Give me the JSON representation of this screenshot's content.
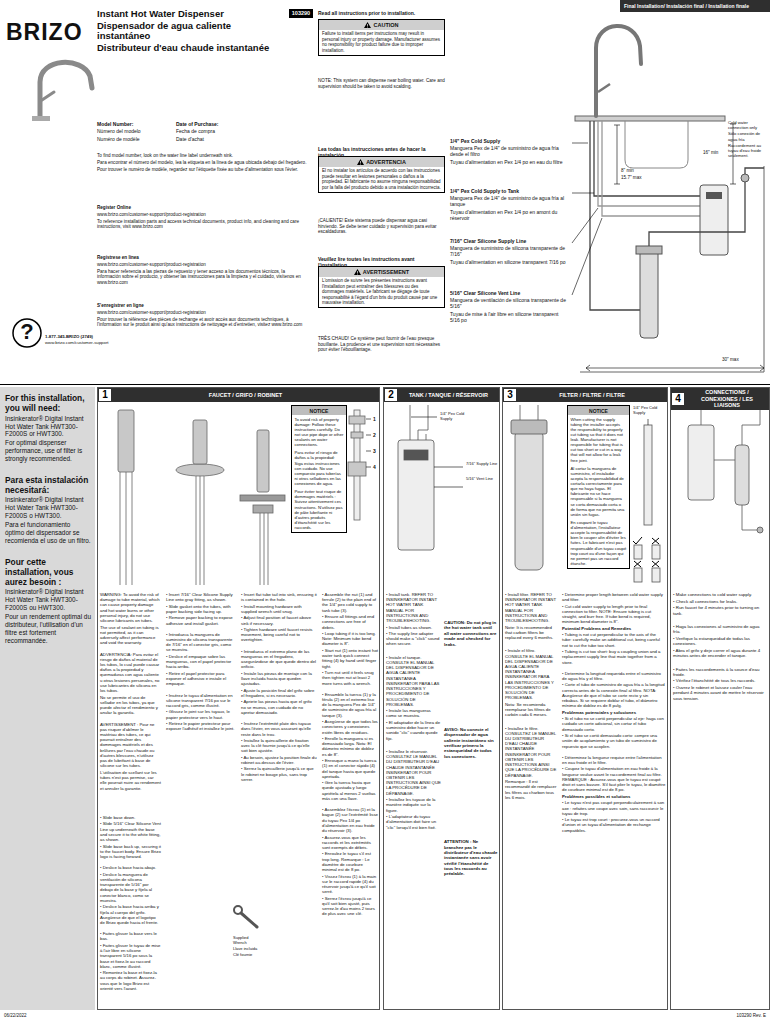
{
  "diagram": {
    "title": "Instant Hot Water Dispenser",
    "nodes": [
      {
        "text": [
          "CAUTION",
          "Failure to install items per instructions may result in personal injury or property damage. Manufacturer assumes no responsibility for product failure due to improper installation."
        ]
      },
      {
        "text": [
          "ADVERTENCIA",
          "El no instalar los artículos de acuerdo con las instrucciones puede resultar en lesiones personales o daños a la propiedad. El fabricante no asume ninguna responsabilidad por la falla del producto debido a una instalación incorrecta."
        ]
      },
      {
        "text": [
          "AVERTISSEMENT",
          "L'omission de suivre les présentes instructions avant l'installation peut entraîner des blessures ou des dommages matériels. Le fabricant se dégage de toute responsabilité à l'égard d'un bris du produit causé par une mauvaise installation."
        ]
      },
      {
        "text": [
          "Final Installation/ Instalación final / Installation finale"
        ]
      },
      {
        "text": [
          "1",
          "FAUCET / GRIFO / ROBINET"
        ]
      },
      {
        "text": [
          "NOTICE",
          "To avoid risk of property damage: Follow these instructions carefully. Do not use pipe dope or other sealants on water connections.",
          "Para evitar el riesgo de daños a la propiedad: Siga estas instrucciones con cuidado. No use compuesto para tuberías ni otros selladores en las conexiones de agua.",
          "Pour éviter tout risque de dommages matériels : Suivez attentivement ces instructions. N'utilisez pas de pâte lubrifiante ni d'autres produits d'étanchéité sur les raccords."
        ],
        "in": 4
      },
      {
        "text": [
          "2",
          "TANK / TANQUE / RÉSERVOIR"
        ]
      },
      {
        "text": [
          "3",
          "FILTER / FILTRE / FILTRE"
        ]
      },
      {
        "text": [
          "NOTICE",
          "When cutting the supply tubing the installer accepts the responsibility to properly cut tubing so that it does not leak. Manufacturer is not responsible for tubing that is cut too short or cut in a way that will not allow for a leak free joint.",
          "Al cortar la manguera de suministro, el instalador acepta la responsabilidad de cortarla correctamente para que no haya fugas. El fabricante no se hace responsable si la manguera se corta demasiado corta o de forma que no permita una unión sin fugas.",
          "En coupant le tuyau d'alimentation, l'installateur accepte la responsabilité de bien le couper afin d'éviter les fuites. Le fabricant n'est pas responsable d'un tuyau coupé trop court ou d'une façon qui ne permet pas un raccord étanche."
        ],
        "in": 7
      },
      {
        "text": [
          "4",
          "CONNECTIONS / CONEXIONES / LES LIAISONS"
        ]
      }
    ],
    "labels": [
      "BRIZO",
      "Dispensador de agua caliente instantáneo",
      "Distributeur d'eau chaude instantanée",
      "103290",
      "Model Number:",
      "Número del modelo",
      "Numéro de modèle",
      "Date of Purchase:",
      "Fecha de compra",
      "Date d'achat",
      "To find model number, look on the water line label underneath sink.",
      "Para encontrar el número del modelo, lea la etiqueta en la línea de agua ubicada debajo del fregadero.",
      "Pour trouver le numéro de modèle, regardez sur l'étiquette fixée au tube d'alimentation sous l'évier.",
      "Register Online",
      "www.brizo.com/customer-support/product-registration",
      "To reference installation parts and access technical documents, product info, and cleaning and care instructions, visit www.brizo.com",
      "Regístrese en línea",
      "www.brizo.com/customer-support/product-registration",
      "Para hacer referencia a las piezas de repuesto y tener acceso a los documentos técnicos, la información sobre el producto, y obtener las instrucciones para la limpieza y el cuidado, visítenos en www.brizo.com",
      "S'enregistrer en ligne",
      "www.brizo.com/customer-support/product-registration",
      "Pour trouver la référence des pièces de rechange et avoir accès aux documents techniques, à l'information sur le produit ainsi qu'aux instructions de nettoyage et d'entretien, visitez www.brizo.com",
      "?",
      "1-877-345-BRIZO (2749)",
      "www.brizo.com/customer-support",
      "Read all instructions prior to installation.",
      "NOTE: This system can dispense near boiling water. Care and supervision should be taken to avoid scalding.",
      "Lea todas las instrucciones antes de hacer la instalación.",
      "¡CALIENTE! Este sistema puede dispensar agua casi hirviendo. Se debe tener cuidado y supervisión para evitar escaldaduras.",
      "Veuillez lire toutes les instructions avant l'installation.",
      "TRÈS CHAUD! Ce système peut fournir de l'eau presque bouillante. La prudence et une supervision sont nécessaires pour éviter l'ébouillantage.",
      "1/4\" Pex Cold Supply",
      "Manguera Pex de 1/4\" de suministro de agua fría desde el filtro",
      "Tuyau d'alimentation en Pex 1/4 po en eau du filtre",
      "1/4\" Pex Cold Supply to Tank",
      "Manguera Pex de 1/4\" de suministro de agua fría al tanque",
      "Tuyau d'alimentation en Pex 1/4 po en amont du réservoir",
      "7/16\" Clear Silicone Supply Line",
      "Manguera de suministro de silicona transparente de 7/16\"",
      "Tuyau d'alimentation en silicone transparent 7/16 po",
      "5/16\" Clear Silicone Vent Line",
      "Manguera de ventilación de silicona transparente de 5/16\"",
      "Tuyau de mise à l'air libre en silicone transparent 5/16 po",
      "Cold water connection only",
      "Sólo conexión de agua fría",
      "Raccordement au tuyau d'eau froide seulement.",
      "16\" min",
      "8\" min",
      "15.7\" max",
      "30\" max",
      "For this installation, you will need:",
      "Insinkerator® Digital Instant Hot Water Tank HWT300-F2000S or HWT300.",
      "For optimal dispenser performance, use of filter is strongly recommended.",
      "Para esta instalación necesitará:",
      "Insinkerator® Digital Instant Hot Water Tank HWT300-F2000S o HWT300.",
      "Para el funcionamiento óptimo del dispensador se recomienda el uso de un filtro.",
      "Pour cette installation, vous aurez besoin :",
      "Insinkerator® Digital Instant Hot Water Tank HWT300-F2000S ou HWT300.",
      "Pour un rendement optimal du distributeur, l'utilisation d'un filtre est fortement recommandée.",
      "WARNING: To avoid the risk of damage to tube material, which can cause property damage and hot water burns or other personal injury, do not use silicone lubricants on tubes.",
      "The use of sealant on tubing is not permitted, as it can adversely affect performance and void the warranty.",
      "ADVERTENCIA: Para evitar el riesgo de daños al material de los tubos, lo cual puede causar daños a la propiedad y quemaduras con agua caliente u otras lesiones personales, no use lubricantes de silicona en los tubos.",
      "No se permite el uso de sellador en los tubos, ya que puede afectar el rendimiento y anular la garantía.",
      "AVERTISSEMENT : Pour ne pas risquer d'abîmer le matériau des tubes, ce qui pourrait entraîner des dommages matériels et des brûlures par l'eau chaude ou d'autres blessures, n'utilisez pas de lubrifiant à base de silicone sur les tubes.",
      "L'utilisation de scellant sur les tubes n'est pas permise, car elle pourrait nuire au rendement et annuler la garantie.",
      "• Slide base down.",
      "• Slide 5/16\" Clear Silicone Vent Line up underneath the base and secure it to the white fitting, as shown.",
      "• Slide base back up, securing it to the faucet body. Ensure Brizo logo is facing forward.",
      "• Deslice la base hacia abajo.",
      "• Deslice la manguera de ventilación de silicona transparente de 5/16\" por debajo de la base y fíjela al conector blanco, como se muestra.",
      "• Deslice la base hacia arriba y fíjela al cuerpo del grifo. Asegúrese de que el logotipo de Brizo quede hacia el frente.",
      "• Faites glisser la base vers le bas.",
      "• Faites glisser le tuyau de mise à l'air libre en silicone transparent 5/16 po sous la base et fixez-le au raccord blanc, comme illustré.",
      "• Remontez la base et fixez-la au corps du robinet. Assurez-vous que le logo Brizo est orienté vers l'avant.",
      "• Insert 7/16\" Clear Silicone Supply Line onto gray fitting, as shown.",
      "• Slide gasket onto the tubes, with paper backing side facing up.",
      "• Remove paper backing to expose adhesive and install gasket.",
      "• Introduzca la manguera de suministro de silicona transparente de 7/16\" en el conector gris, como se muestra.",
      "• Deslice el empaque sobre las mangueras, con el papel protector hacia arriba.",
      "• Retire el papel protector para exponer el adhesivo e instale el empaque.",
      "• Insérez le tuyau d'alimentation en silicone transparent 7/16 po sur le raccord gris, comme illustré.",
      "• Glissez le joint sur les tuyaux, le papier protecteur vers le haut.",
      "• Retirez le papier protecteur pour exposer l'adhésif et installez le joint.",
      "• Insert flat tube tail into sink, ensuring it is contained in the hole.",
      "• Install mounting hardware with supplied wrench until snug.",
      "• Adjust final position of faucet above sink if necessary.",
      "• Tighten hardware until faucet resists movement, being careful not to overtighten.",
      "• Introduzca el extremo plano de las mangueras en el fregadero, asegurándose de que quede dentro del orificio.",
      "• Instale las piezas de montaje con la llave incluida hasta que queden ajustadas.",
      "• Ajuste la posición final del grifo sobre el fregadero, si es necesario.",
      "• Apriete las piezas hasta que el grifo no se mueva, con cuidado de no apretar demasiado.",
      "• Insérez l'extrémité plate des tuyaux dans l'évier, en vous assurant qu'elle reste dans le trou.",
      "• Installez la quincaillerie de fixation avec la clé fournie jusqu'à ce qu'elle soit bien ajustée.",
      "• Au besoin, ajustez la position finale du robinet au-dessus de l'évier.",
      "• Serrez la quincaillerie jusqu'à ce que le robinet ne bouge plus, sans trop serrer.",
      "• Assemble the nut (1) and ferrule (2) to the plain end of the 1/4\" pex cold supply to tank tube (3).",
      "• Ensure all fittings and end connections are free of debris.",
      "• Loop tubing if it is too long. Note: Minimum tube bend diameter is 8\".",
      "• Start nut (1) onto instant hot water tank quick connect fitting (4) by hand until finger tight.",
      "• Turn nut until it feels snug then tighten nut at least 2 more turns with a wrench.",
      "• Ensamble la tuerca (1) y la férula (2) en el extremo liso de la manguera Pex de 1/4\" de suministro de agua fría al tanque (3).",
      "• Asegúrese de que todos los conectores y conexiones estén libres de residuos.",
      "• Enrolle la manguera si es demasiado larga. Nota: El diámetro mínimo de doblez es de 8\".",
      "• Enrosque a mano la tuerca (1) en el conector rápido (4) del tanque hasta que quede apretada.",
      "• Gire la tuerca hasta que quede ajustada y luego apriétela al menos 2 vueltas más con una llave.",
      "• Assemblez l'écrou (1) et la bague (2) sur l'extrémité lisse du tuyau Pex 1/4 po d'alimentation en eau froide du réservoir (3).",
      "• Assurez-vous que les raccords et les extrémités sont exempts de débris.",
      "• Enroulez le tuyau s'il est trop long. Remarque : Le diamètre de courbure minimal est de 8 po.",
      "• Vissez l'écrou (1) à la main sur le raccord rapide (4) du réservoir jusqu'à ce qu'il soit serré.",
      "• Serrez l'écrou jusqu'à ce qu'il soit bien ajusté, puis serrez-le d'au moins 2 tours de plus avec une clé.",
      "Supplied Wrench",
      "Llave incluida",
      "Clé fournie",
      "1",
      "2",
      "3",
      "4",
      "• Install tank. REFER TO INSINKERATOR INSTANT HOT WATER TANK MANUAL FOR INSTRUCTIONS AND TROUBLESHOOTING.",
      "• Install tubes as shown.",
      "• The supply line adapter should make a \"click\" sound when secure.",
      "• Instale el tanque. CONSULTE EL MANUAL DEL DISPENSADOR DE AGUA CALIENTE INSTANTÁNEA INSINKERATOR PARA LAS INSTRUCCIONES Y PROCEDIMIENTO DE SOLUCIÓN DE PROBLEMAS.",
      "• Instale las mangueras como se muestra.",
      "• El adaptador de la línea de suministro debe hacer un sonido \"clic\" cuando quede fijo.",
      "• Installez le réservoir. CONSULTEZ LE MANUEL DU DISTRIBUTEUR D'EAU CHAUDE INSTANTANÉE INSINKERATOR POUR OBTENIR LES INSTRUCTIONS AINSI QUE LA PROCÉDURE DE DÉPANNAGE.",
      "• Installez les tuyaux de la manière indiquée sur la figure.",
      "• L'adaptateur du tuyau d'alimentation doit faire un \"clic\" lorsqu'il est bien fixé.",
      "CAUTION: Do not plug in the hot water tank until all water connections are made and checked for leaks.",
      "AVISO: No conecte el dispensador de agua caliente instantáneo sin verificar primero la estanqueidad de todos los conectores.",
      "ATTENTION : Ne branchez pas le distributeur d'eau chaude instantanée sans avoir vérifié l'étanchéité de tous les raccords au préalable.",
      "• Install filter. REFER TO INSINKERATOR INSTANT HOT WATER TANK MANUAL FOR INSTRUCTIONS AND TROUBLESHOOTING.",
      "Note: It is recommended that carbon filters be replaced every 6 months.",
      "• Instale el filtro. CONSULTE EL MANUAL DEL DISPENSADOR DE AGUA CALIENTE INSTANTÁNEA INSINKERATOR PARA LAS INSTRUCCIONES Y PROCEDIMIENTO DE SOLUCIÓN DE PROBLEMAS.",
      "Nota: Se recomienda reemplazar los filtros de carbón cada 6 meses.",
      "• Installez le filtre. CONSULTEZ LE MANUEL DU DISTRIBUTEUR D'EAU CHAUDE INSTANTANÉE INSINKERATOR POUR OBTENIR LES INSTRUCTIONS AINSI QUE LA PROCÉDURE DE DÉPANNAGE.",
      "Remarque : Il est recommandé de remplacer les filtres au charbon tous les 6 mois.",
      "• Determine proper length between cold water supply and filter.",
      "• Cut cold water supply to length prior to final connection to filter. NOTE: Ensure tubing is cut straight, and burr free. If tube bend is required, minimum bend diameter is 8\".",
      "Potential Problems and Remedies",
      "• Tubing is not cut perpendicular to the axis of the tube: carefully make an additional cut, being careful not to cut the tube too short.",
      "• Tubing is cut too short: buy a coupling union and a replacement supply line that mate together from a store.",
      "• Determine la longitud requerida entre el suministro de agua fría y el filtro.",
      "• Corte el tubo de suministro de agua fría a la longitud correcta antes de la conexión final al filtro. NOTA: Asegúrese de que el tubo se corte recto y sin rebabas. Si se requiere doblar el tubo, el diámetro mínimo de doblez es de 8 pulg.",
      "Problemas potenciales y soluciones",
      "• Si el tubo no se cortó perpendicular al eje: haga con cuidado un corte adicional, sin cortar el tubo demasiado corto.",
      "• Si el tubo se cortó demasiado corto: compre una unión de acoplamiento y un tubo de suministro de repuesto que se acoplen.",
      "• Déterminez la longueur requise entre l'alimentation en eau froide et le filtre.",
      "• Coupez le tuyau d'alimentation en eau froide à la longueur voulue avant le raccordement final au filtre. REMARQUE : Assurez-vous que le tuyau est coupé droit et sans bavure. S'il faut plier le tuyau, le diamètre de courbure minimal est de 8 po.",
      "Problèmes possibles et solutions",
      "• Le tuyau n'est pas coupé perpendiculairement à son axe : refaites une coupe avec soin, sans raccourcir le tuyau de trop.",
      "• Le tuyau est trop court : procurez-vous un raccord d'union et un tuyau d'alimentation de rechange compatibles.",
      "• Make connections to cold water supply.",
      "• Check all connections for leaks.",
      "• Run faucet for 4 minutes prior to turning on tank.",
      "• Haga las conexiones al suministro de agua fría.",
      "• Verifique la estanqueidad de todas las conexiones.",
      "• Abra el grifo y deje correr el agua durante 4 minutos antes de encender el tanque.",
      "• Faites les raccordements à la source d'eau froide.",
      "• Vérifiez l'étanchéité de tous les raccords.",
      "• Ouvrez le robinet et laissez couler l'eau pendant 4 minutes avant de mettre le réservoir sous tension.",
      "1/4\" Pex Cold Supply",
      "7/16\" Supply Line",
      "5/16\" Vent Line",
      "1/4\" Pex Cold Supply",
      "06/22/2022",
      "103290 Rev. E"
    ]
  }
}
